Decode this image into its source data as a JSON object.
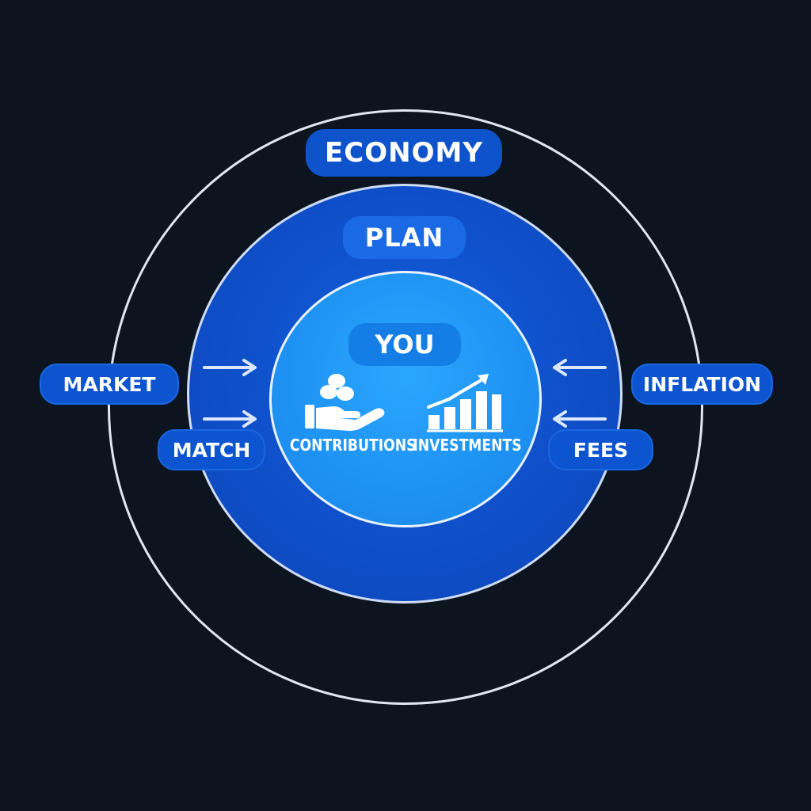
{
  "layers": {
    "outer": {
      "label": "ECONOMY"
    },
    "middle": {
      "label": "PLAN"
    },
    "inner": {
      "label": "YOU"
    }
  },
  "core_items": [
    {
      "label": "CONTRIBUTIONS",
      "icon": "hand-coins-icon"
    },
    {
      "label": "INVESTMENTS",
      "icon": "rising-bar-chart-icon"
    }
  ],
  "inputs": [
    {
      "label": "MARKET",
      "icon": "arrow-right-icon"
    },
    {
      "label": "MATCH",
      "icon": "arrow-right-icon"
    }
  ],
  "drains": [
    {
      "label": "INFLATION",
      "icon": "arrow-left-icon"
    },
    {
      "label": "FEES",
      "icon": "arrow-left-icon"
    }
  ],
  "colors": {
    "background": "#0c141f",
    "outer_ring": "#dfe7f2",
    "plan_fill": "#0f4fc9",
    "you_fill": "#1e92f2",
    "pill": "#0d54d0",
    "text": "#ffffff"
  }
}
